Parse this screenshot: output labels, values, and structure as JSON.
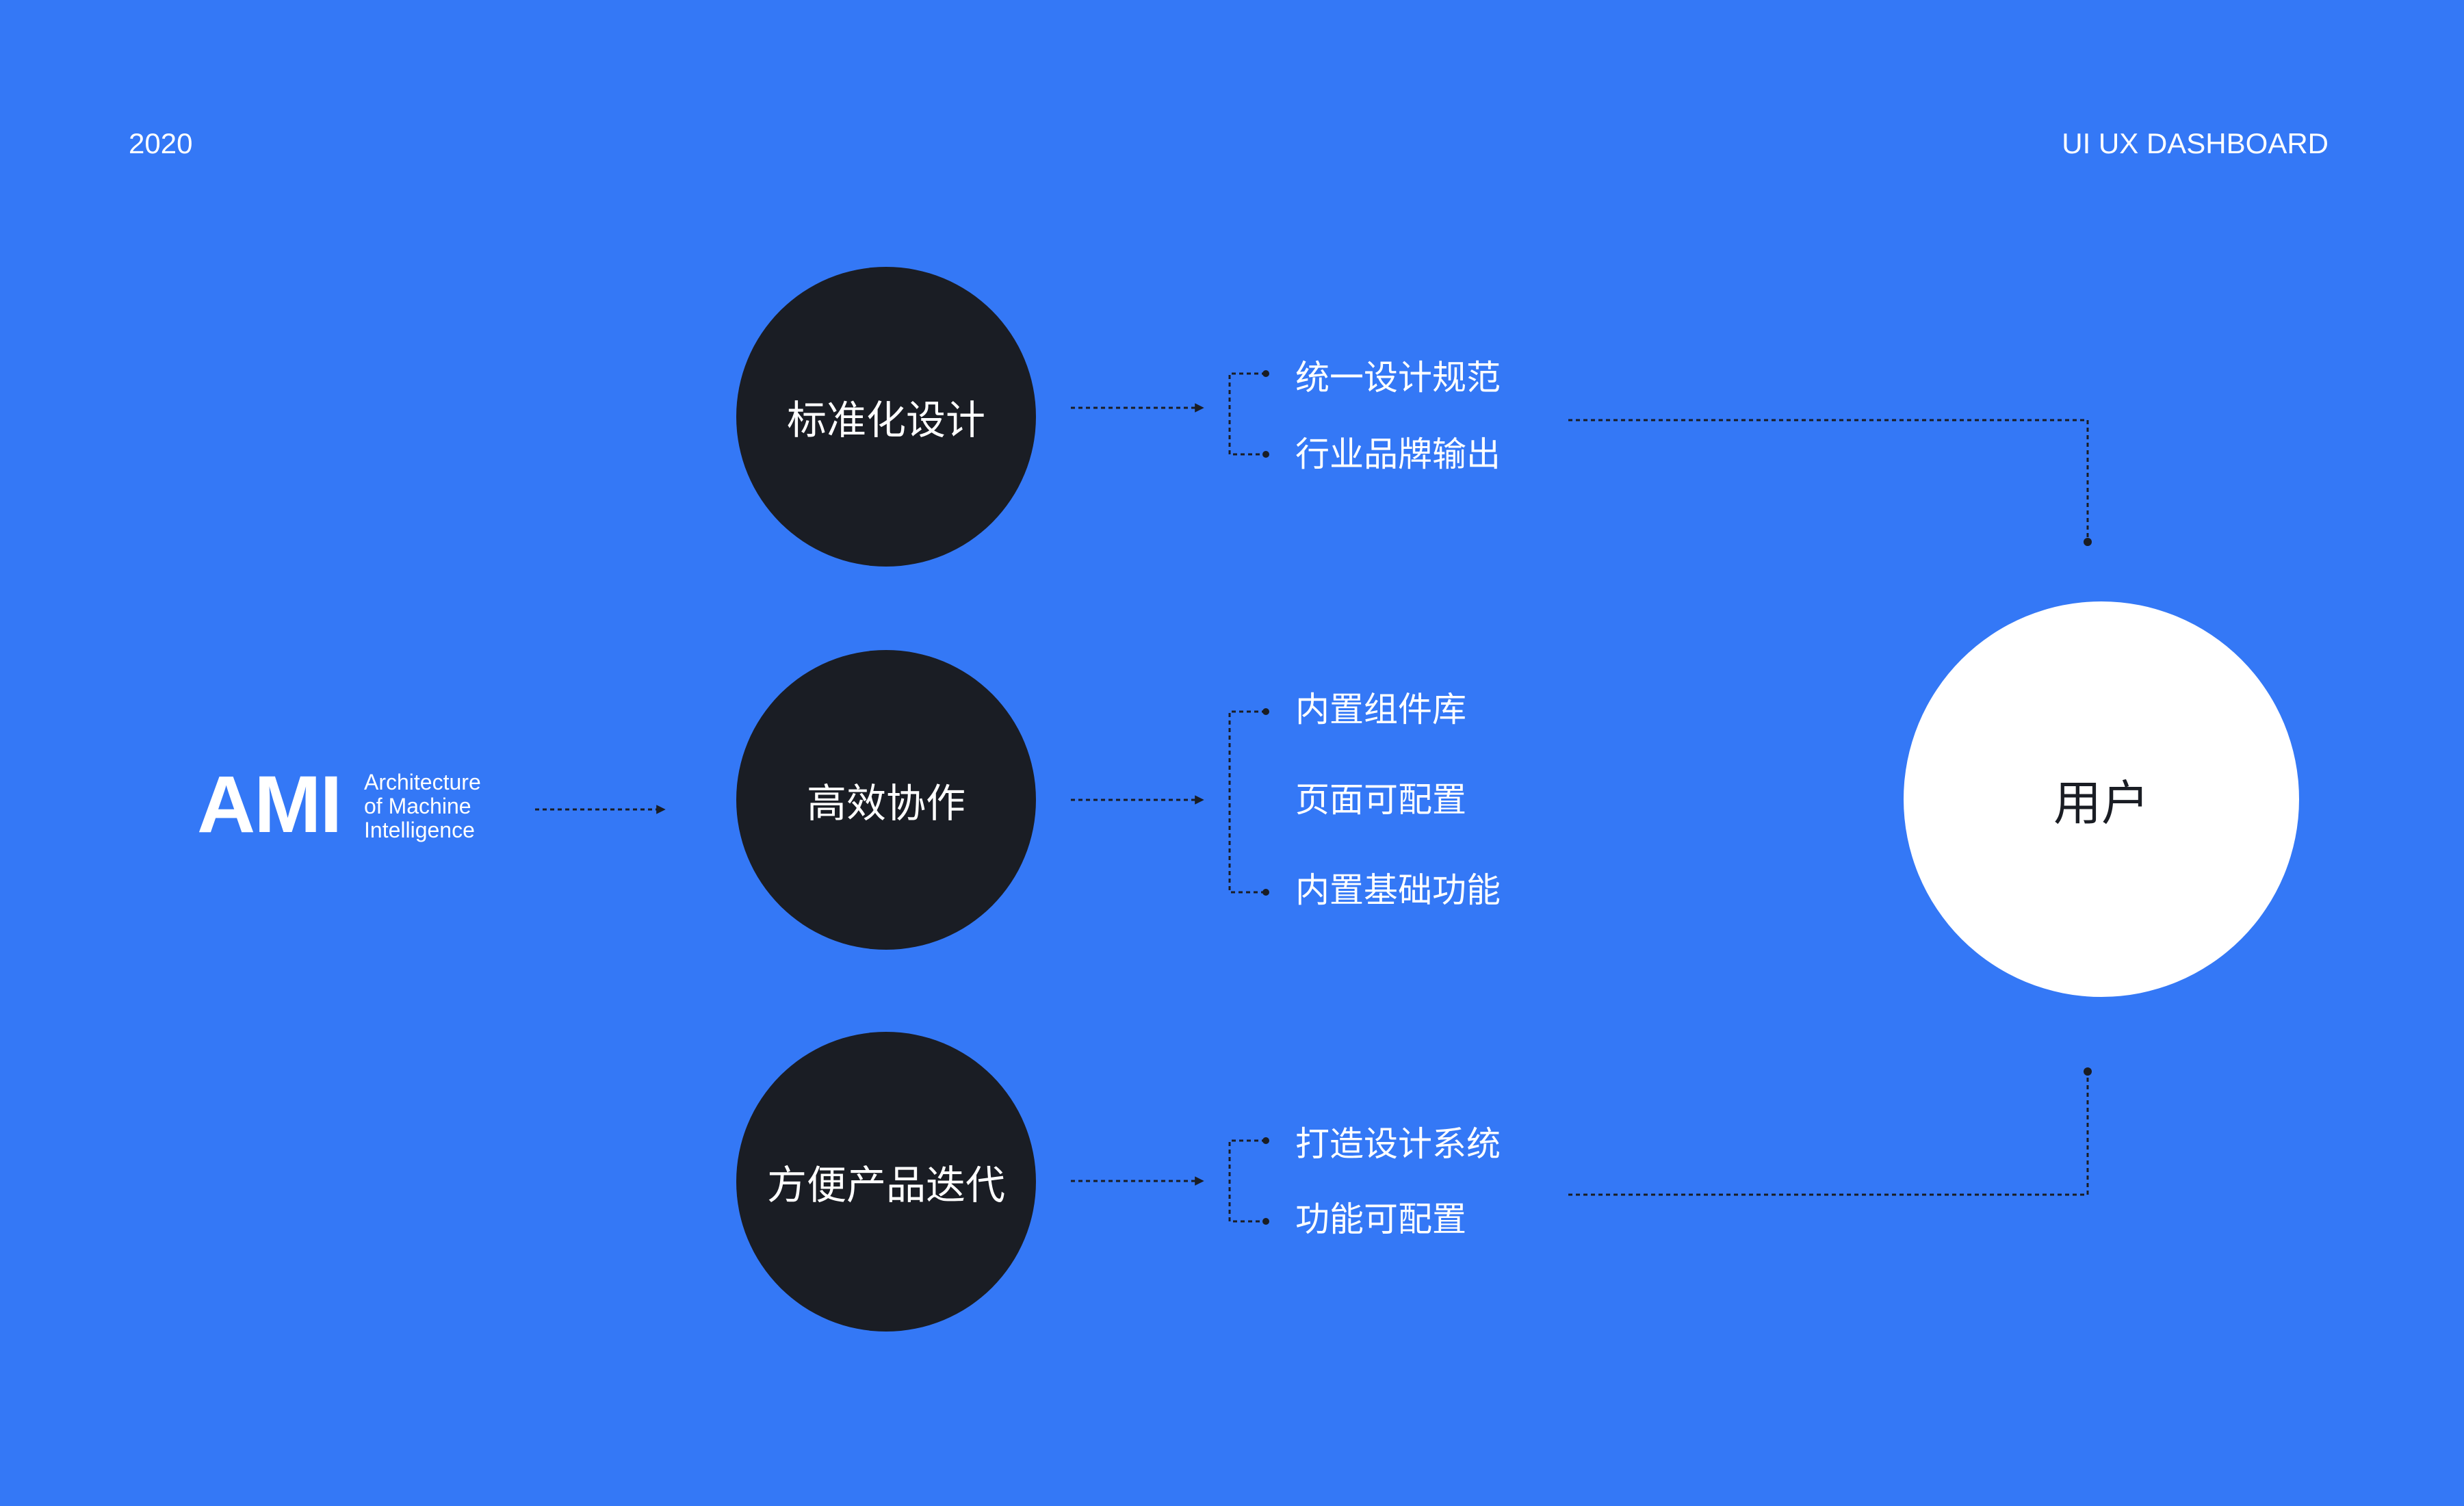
{
  "header": {
    "year": "2020",
    "title": "UI UX DASHBOARD"
  },
  "logo": {
    "mark": "AMI",
    "lines": [
      "Architecture",
      "of Machine",
      "Intelligence"
    ]
  },
  "pillars": [
    {
      "label": "标准化设计",
      "items": [
        "统一设计规范",
        "行业品牌输出"
      ]
    },
    {
      "label": "高效协作",
      "items": [
        "内置组件库",
        "页面可配置",
        "内置基础功能"
      ]
    },
    {
      "label": "方便产品迭代",
      "items": [
        "打造设计系统",
        "功能可配置"
      ]
    }
  ],
  "target": {
    "label": "用户"
  },
  "colors": {
    "background": "#3478F6",
    "node_dark": "#1A1D24",
    "node_light": "#FFFFFF",
    "text_light": "#FFFFFF",
    "connector": "#1A1D24"
  }
}
